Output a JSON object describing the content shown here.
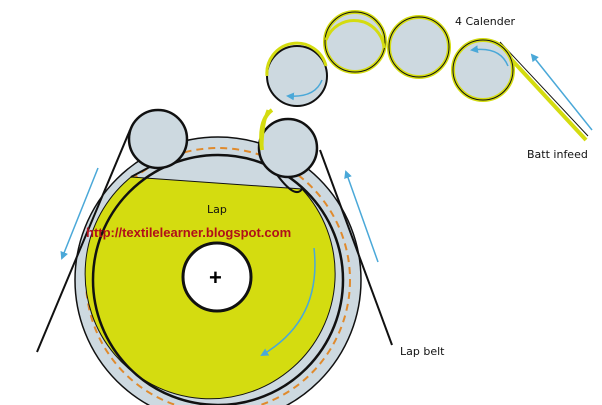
{
  "labels": {
    "calender": "4 Calender",
    "batt_infeed": "Batt infeed",
    "lap": "Lap",
    "lap_belt": "Lap belt",
    "center_mark": "+"
  },
  "watermark": "http://textilelearner.blogspot.com",
  "colors": {
    "lap_fill": "#d4dc10",
    "roller_fill": "#cdd9e0",
    "outline": "#111111",
    "arrow": "#4aa8d8",
    "dash": "#e08a2c",
    "watermark": "#b0101a"
  }
}
